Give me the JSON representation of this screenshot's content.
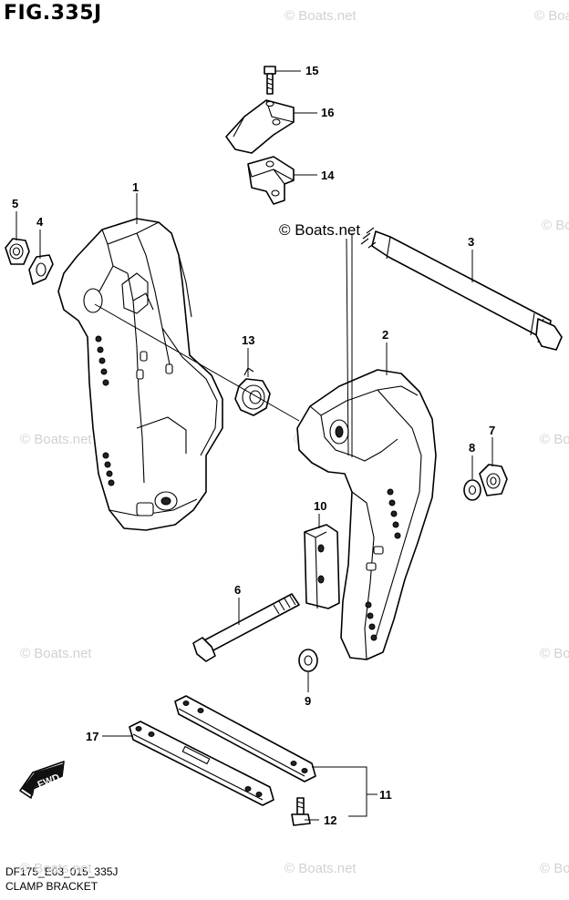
{
  "figure": {
    "title": "FIG.335J",
    "code": "DF175_E03_015_335J",
    "name": "CLAMP BRACKET"
  },
  "watermark": {
    "text": "© Boats.net",
    "main_text": "© Boats.net"
  },
  "fwd_label": "FWD",
  "callouts": [
    "1",
    "2",
    "3",
    "4",
    "5",
    "6",
    "7",
    "8",
    "9",
    "10",
    "11",
    "12",
    "13",
    "14",
    "15",
    "16",
    "17"
  ]
}
